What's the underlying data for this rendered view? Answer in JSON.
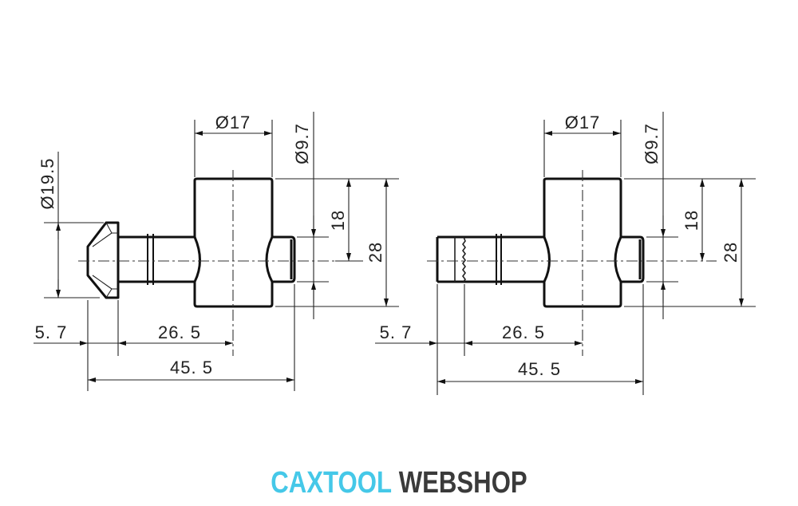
{
  "drawings": [
    {
      "name": "pin-with-domed-head",
      "dims": {
        "dia_body": "Ø17",
        "dia_stub": "Ø9.7",
        "dia_head": "Ø19.5",
        "h18": "18",
        "h28": "28",
        "l57": "5. 7",
        "l265": "26. 5",
        "l455": "45. 5"
      }
    },
    {
      "name": "pin-with-knurled-end",
      "dims": {
        "dia_body": "Ø17",
        "dia_stub": "Ø9.7",
        "h18": "18",
        "h28": "28",
        "l57": "5. 7",
        "l265": "26. 5",
        "l455": "45. 5"
      }
    }
  ],
  "logo": {
    "part1": "CAXTOOL",
    "part2": "WEBSHOP",
    "color1": "#45c8e8",
    "color2": "#3a3a3a"
  }
}
